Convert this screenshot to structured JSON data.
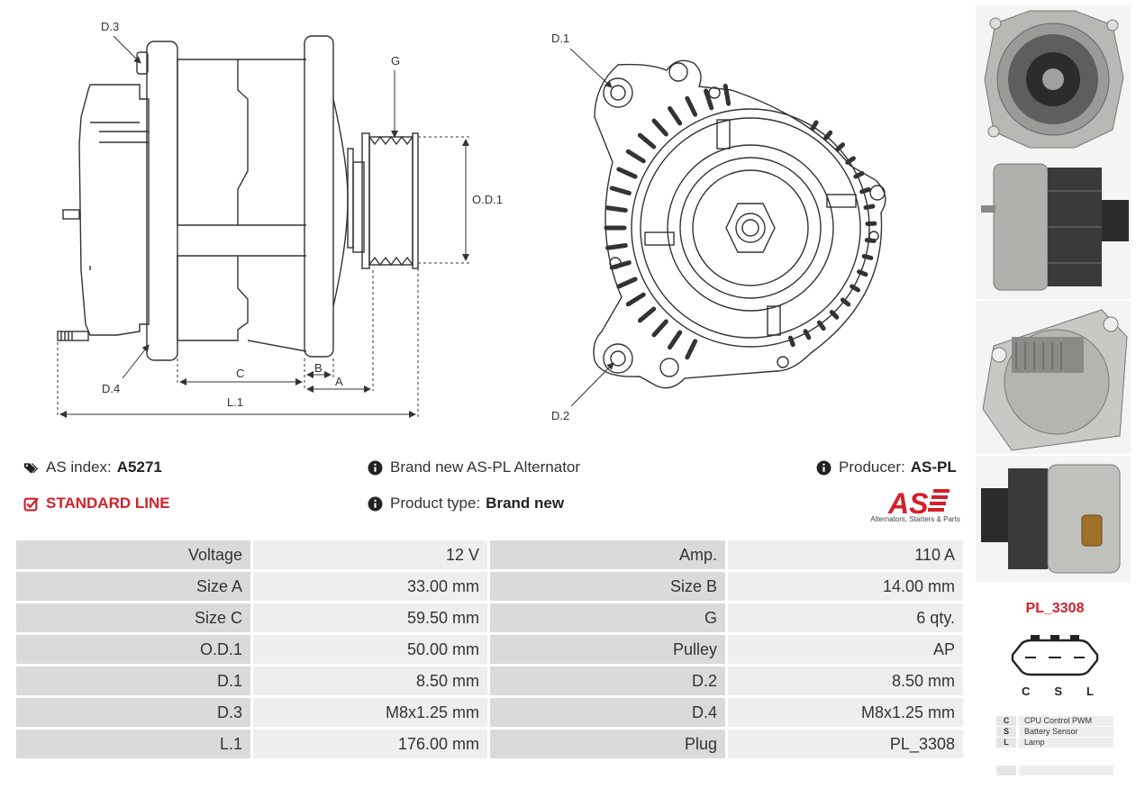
{
  "drawing_labels": {
    "d3": "D.3",
    "d4": "D.4",
    "g": "G",
    "od1": "O.D.1",
    "b": "B",
    "a": "A",
    "c": "C",
    "l1": "L.1",
    "d1": "D.1",
    "d2": "D.2"
  },
  "header": {
    "as_index_label": "AS index:",
    "as_index_value": "A5271",
    "line": "STANDARD LINE",
    "description": "Brand new AS-PL Alternator",
    "product_type_label": "Product type:",
    "product_type_value": "Brand new",
    "producer_label": "Producer:",
    "producer_value": "AS-PL",
    "logo_text": "AS",
    "logo_caption": "Alternators, Starters & Parts"
  },
  "specs": [
    {
      "k1": "Voltage",
      "v1": "12 V",
      "k2": "Amp.",
      "v2": "110 A"
    },
    {
      "k1": "Size A",
      "v1": "33.00 mm",
      "k2": "Size B",
      "v2": "14.00 mm"
    },
    {
      "k1": "Size C",
      "v1": "59.50 mm",
      "k2": "G",
      "v2": "6 qty."
    },
    {
      "k1": "O.D.1",
      "v1": "50.00 mm",
      "k2": "Pulley",
      "v2": "AP"
    },
    {
      "k1": "D.1",
      "v1": "8.50 mm",
      "k2": "D.2",
      "v2": "8.50 mm"
    },
    {
      "k1": "D.3",
      "v1": "M8x1.25 mm",
      "k2": "D.4",
      "v2": "M8x1.25 mm"
    },
    {
      "k1": "L.1",
      "v1": "176.00 mm",
      "k2": "Plug",
      "v2": "PL_3308"
    }
  ],
  "plug": {
    "code": "PL_3308",
    "pins": [
      "C",
      "S",
      "L"
    ],
    "legend": [
      {
        "key": "C",
        "value": "CPU Control PWM"
      },
      {
        "key": "S",
        "value": "Battery Sensor"
      },
      {
        "key": "L",
        "value": "Lamp"
      },
      {
        "key": "",
        "value": ""
      }
    ]
  },
  "colors": {
    "accent_red": "#d4202a",
    "table_key_bg": "#dadada",
    "table_val_bg": "#eeeeee"
  },
  "icons": [
    "tags-icon",
    "check-square-icon",
    "info-circle-icon"
  ]
}
